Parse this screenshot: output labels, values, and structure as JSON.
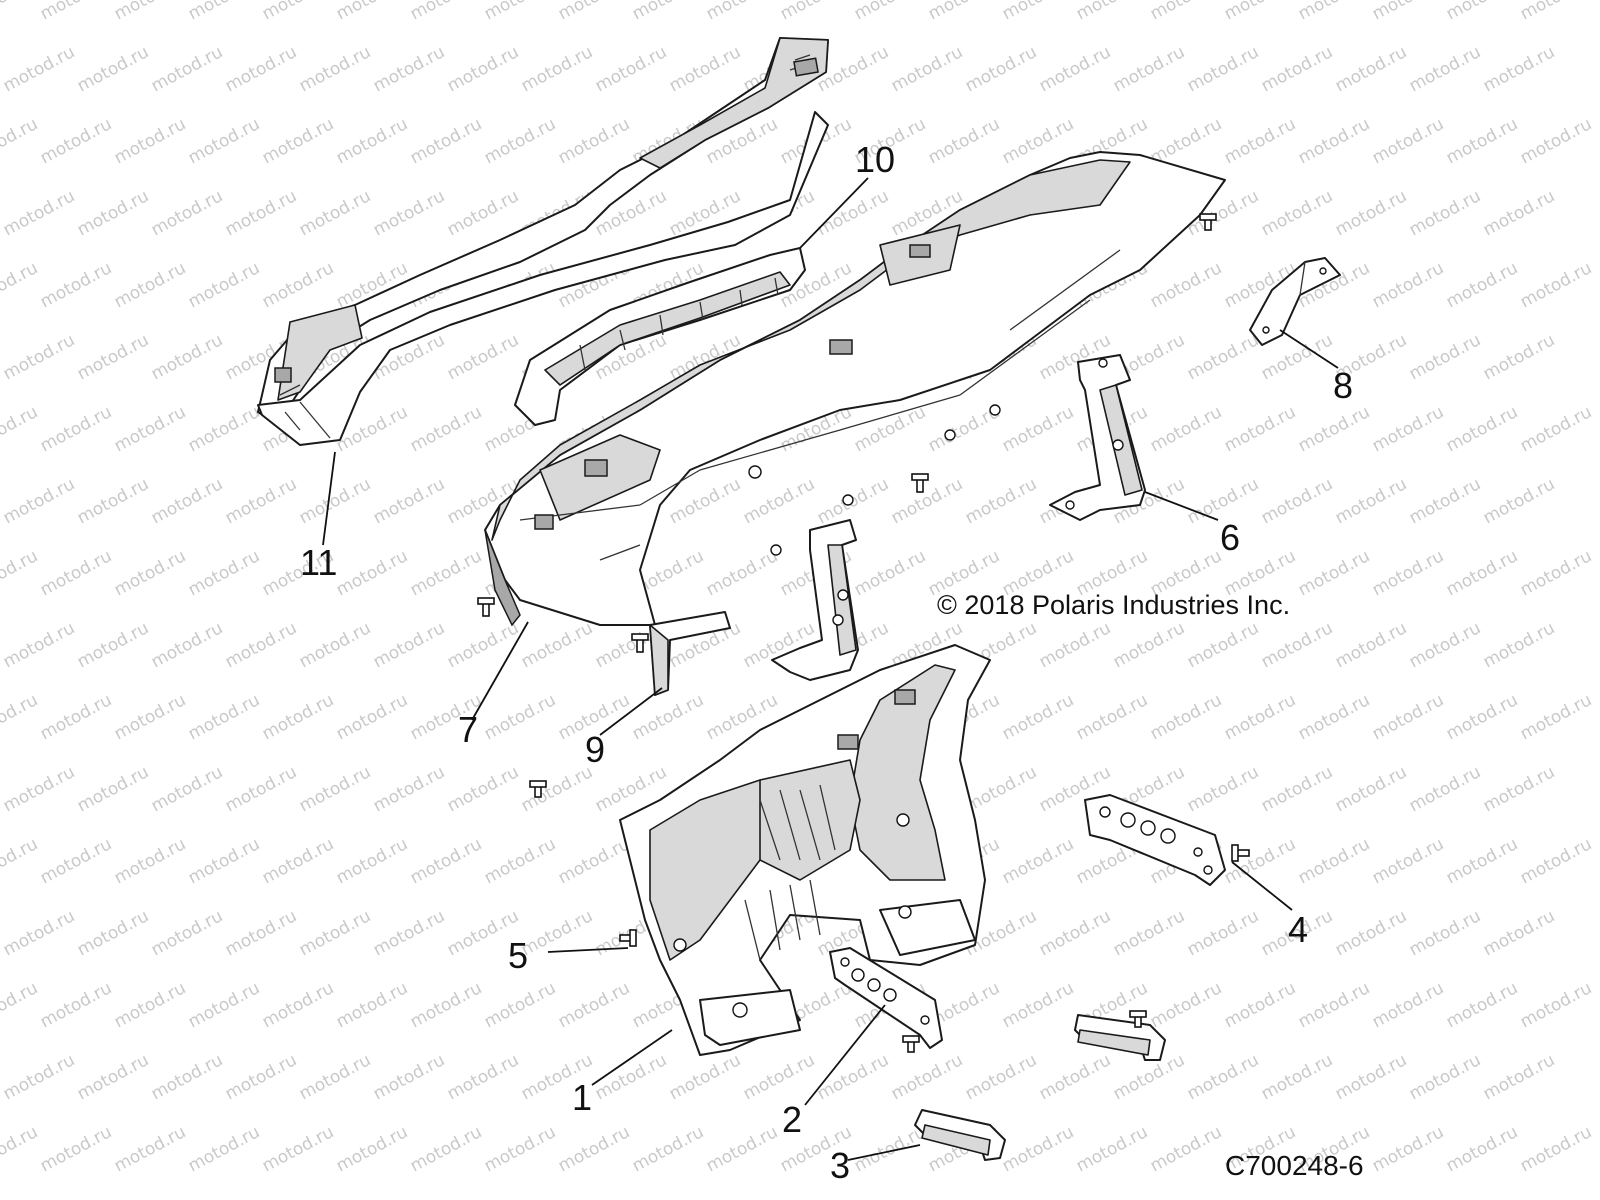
{
  "copyright": "© 2018 Polaris Industries Inc.",
  "drawing_id": "C700248-6",
  "watermark_text": "motod.ru",
  "callouts": [
    "1",
    "2",
    "3",
    "4",
    "5",
    "6",
    "7",
    "8",
    "9",
    "10",
    "11"
  ],
  "colors": {
    "line": "#1a1a1a",
    "shade": "#d9d9d9",
    "watermark": "#c9c9c9"
  }
}
